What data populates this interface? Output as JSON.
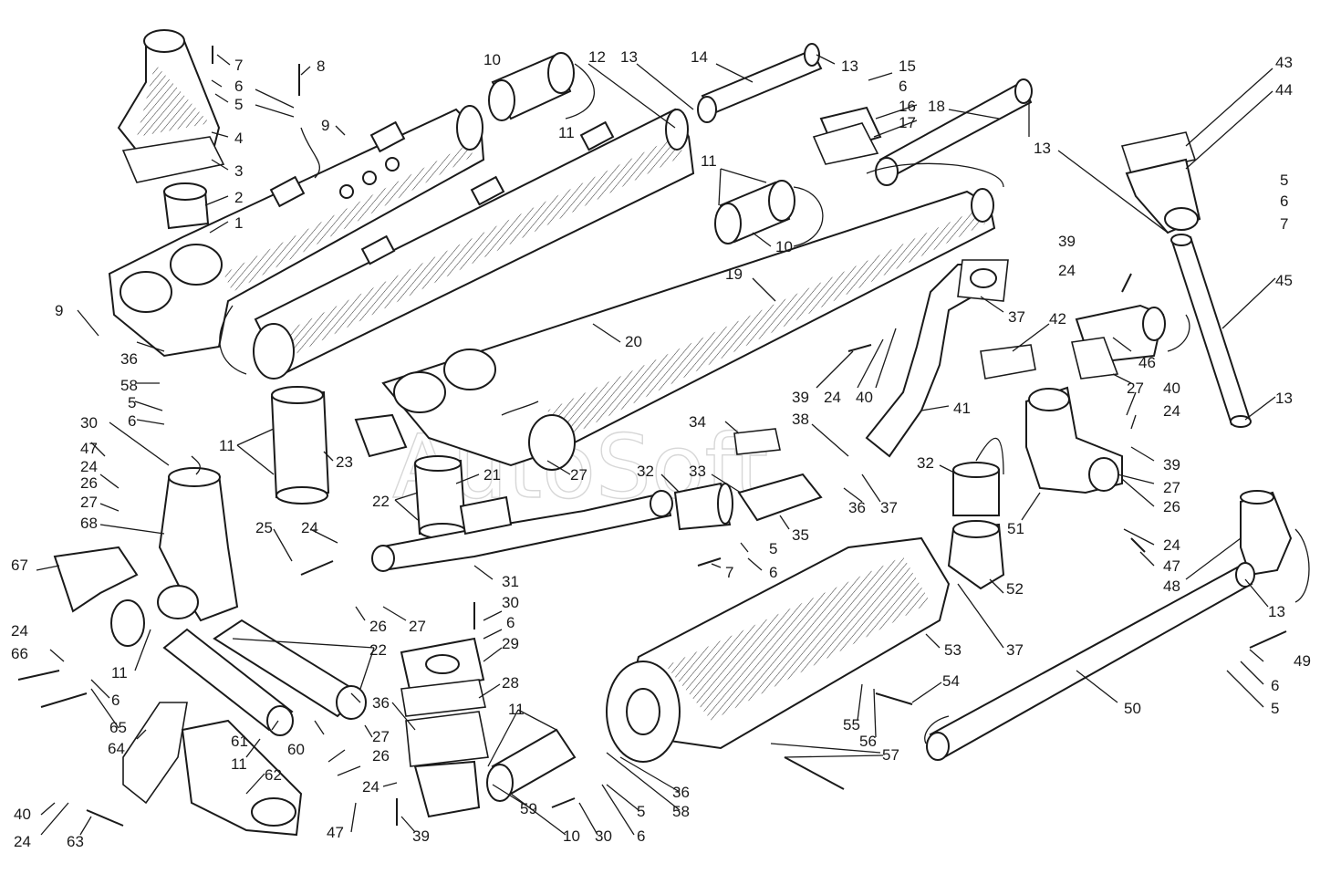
{
  "watermark": "AutoSoft",
  "colors": {
    "ink": "#1a1a1a",
    "paper": "#ffffff",
    "watermark": "#bdbdbd"
  },
  "labels": [
    {
      "id": "l1",
      "text": "1"
    },
    {
      "id": "l2",
      "text": "2"
    },
    {
      "id": "l3",
      "text": "3"
    },
    {
      "id": "l4",
      "text": "4"
    },
    {
      "id": "l5a",
      "text": "5"
    },
    {
      "id": "l6a",
      "text": "6"
    },
    {
      "id": "l7a",
      "text": "7"
    },
    {
      "id": "l8",
      "text": "8"
    },
    {
      "id": "l9a",
      "text": "9"
    },
    {
      "id": "l10a",
      "text": "10"
    },
    {
      "id": "l11a",
      "text": "11"
    },
    {
      "id": "l12",
      "text": "12"
    },
    {
      "id": "l13a",
      "text": "13"
    },
    {
      "id": "l14",
      "text": "14"
    },
    {
      "id": "l13b",
      "text": "13"
    },
    {
      "id": "l15",
      "text": "15"
    },
    {
      "id": "l6b",
      "text": "6"
    },
    {
      "id": "l16",
      "text": "16"
    },
    {
      "id": "l17",
      "text": "17"
    },
    {
      "id": "l18",
      "text": "18"
    },
    {
      "id": "l13c",
      "text": "13"
    },
    {
      "id": "l43",
      "text": "43"
    },
    {
      "id": "l44",
      "text": "44"
    },
    {
      "id": "l5b",
      "text": "5"
    },
    {
      "id": "l6c",
      "text": "6"
    },
    {
      "id": "l7b",
      "text": "7"
    },
    {
      "id": "l45",
      "text": "45"
    },
    {
      "id": "l11b",
      "text": "11"
    },
    {
      "id": "l10b",
      "text": "10"
    },
    {
      "id": "l19",
      "text": "19"
    },
    {
      "id": "l20",
      "text": "20"
    },
    {
      "id": "l9b",
      "text": "9"
    },
    {
      "id": "l36a",
      "text": "36"
    },
    {
      "id": "l58a",
      "text": "58"
    },
    {
      "id": "l5c",
      "text": "5"
    },
    {
      "id": "l6d",
      "text": "6"
    },
    {
      "id": "l30a",
      "text": "30"
    },
    {
      "id": "l47a",
      "text": "47"
    },
    {
      "id": "l24a",
      "text": "24"
    },
    {
      "id": "l26a",
      "text": "26"
    },
    {
      "id": "l27a",
      "text": "27"
    },
    {
      "id": "l68",
      "text": "68"
    },
    {
      "id": "l67",
      "text": "67"
    },
    {
      "id": "l11c",
      "text": "11"
    },
    {
      "id": "l23",
      "text": "23"
    },
    {
      "id": "l22a",
      "text": "22"
    },
    {
      "id": "l21",
      "text": "21"
    },
    {
      "id": "l27b",
      "text": "27"
    },
    {
      "id": "l25",
      "text": "25"
    },
    {
      "id": "l24b",
      "text": "24"
    },
    {
      "id": "l39a",
      "text": "39"
    },
    {
      "id": "l24c",
      "text": "24"
    },
    {
      "id": "l40a",
      "text": "40"
    },
    {
      "id": "l41",
      "text": "41"
    },
    {
      "id": "l37a",
      "text": "37"
    },
    {
      "id": "l42",
      "text": "42"
    },
    {
      "id": "l38",
      "text": "38"
    },
    {
      "id": "l34",
      "text": "34"
    },
    {
      "id": "l32a",
      "text": "32"
    },
    {
      "id": "l33",
      "text": "33"
    },
    {
      "id": "l36b",
      "text": "36"
    },
    {
      "id": "l37b",
      "text": "37"
    },
    {
      "id": "l35",
      "text": "35"
    },
    {
      "id": "l32b",
      "text": "32"
    },
    {
      "id": "l39b",
      "text": "39"
    },
    {
      "id": "l24d",
      "text": "24"
    },
    {
      "id": "l46",
      "text": "46"
    },
    {
      "id": "l27c",
      "text": "27"
    },
    {
      "id": "l40b",
      "text": "40"
    },
    {
      "id": "l24e",
      "text": "24"
    },
    {
      "id": "l13d",
      "text": "13"
    },
    {
      "id": "l39c",
      "text": "39"
    },
    {
      "id": "l27d",
      "text": "27"
    },
    {
      "id": "l26b",
      "text": "26"
    },
    {
      "id": "l51",
      "text": "51"
    },
    {
      "id": "l24f",
      "text": "24"
    },
    {
      "id": "l47b",
      "text": "47"
    },
    {
      "id": "l48",
      "text": "48"
    },
    {
      "id": "l13e",
      "text": "13"
    },
    {
      "id": "l31",
      "text": "31"
    },
    {
      "id": "l5d",
      "text": "5"
    },
    {
      "id": "l7c",
      "text": "7"
    },
    {
      "id": "l6e",
      "text": "6"
    },
    {
      "id": "l52",
      "text": "52"
    },
    {
      "id": "l26c",
      "text": "26"
    },
    {
      "id": "l27e",
      "text": "27"
    },
    {
      "id": "l30b",
      "text": "30"
    },
    {
      "id": "l6f",
      "text": "6"
    },
    {
      "id": "l29",
      "text": "29"
    },
    {
      "id": "l28",
      "text": "28"
    },
    {
      "id": "l53",
      "text": "53"
    },
    {
      "id": "l37c",
      "text": "37"
    },
    {
      "id": "l24g",
      "text": "24"
    },
    {
      "id": "l66",
      "text": "66"
    },
    {
      "id": "l6g",
      "text": "6"
    },
    {
      "id": "l11d",
      "text": "11"
    },
    {
      "id": "l22b",
      "text": "22"
    },
    {
      "id": "l65",
      "text": "65"
    },
    {
      "id": "l61",
      "text": "61"
    },
    {
      "id": "l11e",
      "text": "11"
    },
    {
      "id": "l60",
      "text": "60"
    },
    {
      "id": "l27f",
      "text": "27"
    },
    {
      "id": "l26d",
      "text": "26"
    },
    {
      "id": "l36c",
      "text": "36"
    },
    {
      "id": "l11f",
      "text": "11"
    },
    {
      "id": "l54",
      "text": "54"
    },
    {
      "id": "l55",
      "text": "55"
    },
    {
      "id": "l56",
      "text": "56"
    },
    {
      "id": "l57",
      "text": "57"
    },
    {
      "id": "l49",
      "text": "49"
    },
    {
      "id": "l6h",
      "text": "6"
    },
    {
      "id": "l5e",
      "text": "5"
    },
    {
      "id": "l50",
      "text": "50"
    },
    {
      "id": "l64",
      "text": "64"
    },
    {
      "id": "l62",
      "text": "62"
    },
    {
      "id": "l40c",
      "text": "40"
    },
    {
      "id": "l24h",
      "text": "24"
    },
    {
      "id": "l63",
      "text": "63"
    },
    {
      "id": "l24i",
      "text": "24"
    },
    {
      "id": "l47c",
      "text": "47"
    },
    {
      "id": "l39d",
      "text": "39"
    },
    {
      "id": "l59",
      "text": "59"
    },
    {
      "id": "l10c",
      "text": "10"
    },
    {
      "id": "l30c",
      "text": "30"
    },
    {
      "id": "l6i",
      "text": "6"
    },
    {
      "id": "l5f",
      "text": "5"
    },
    {
      "id": "l36d",
      "text": "36"
    },
    {
      "id": "l58b",
      "text": "58"
    }
  ]
}
